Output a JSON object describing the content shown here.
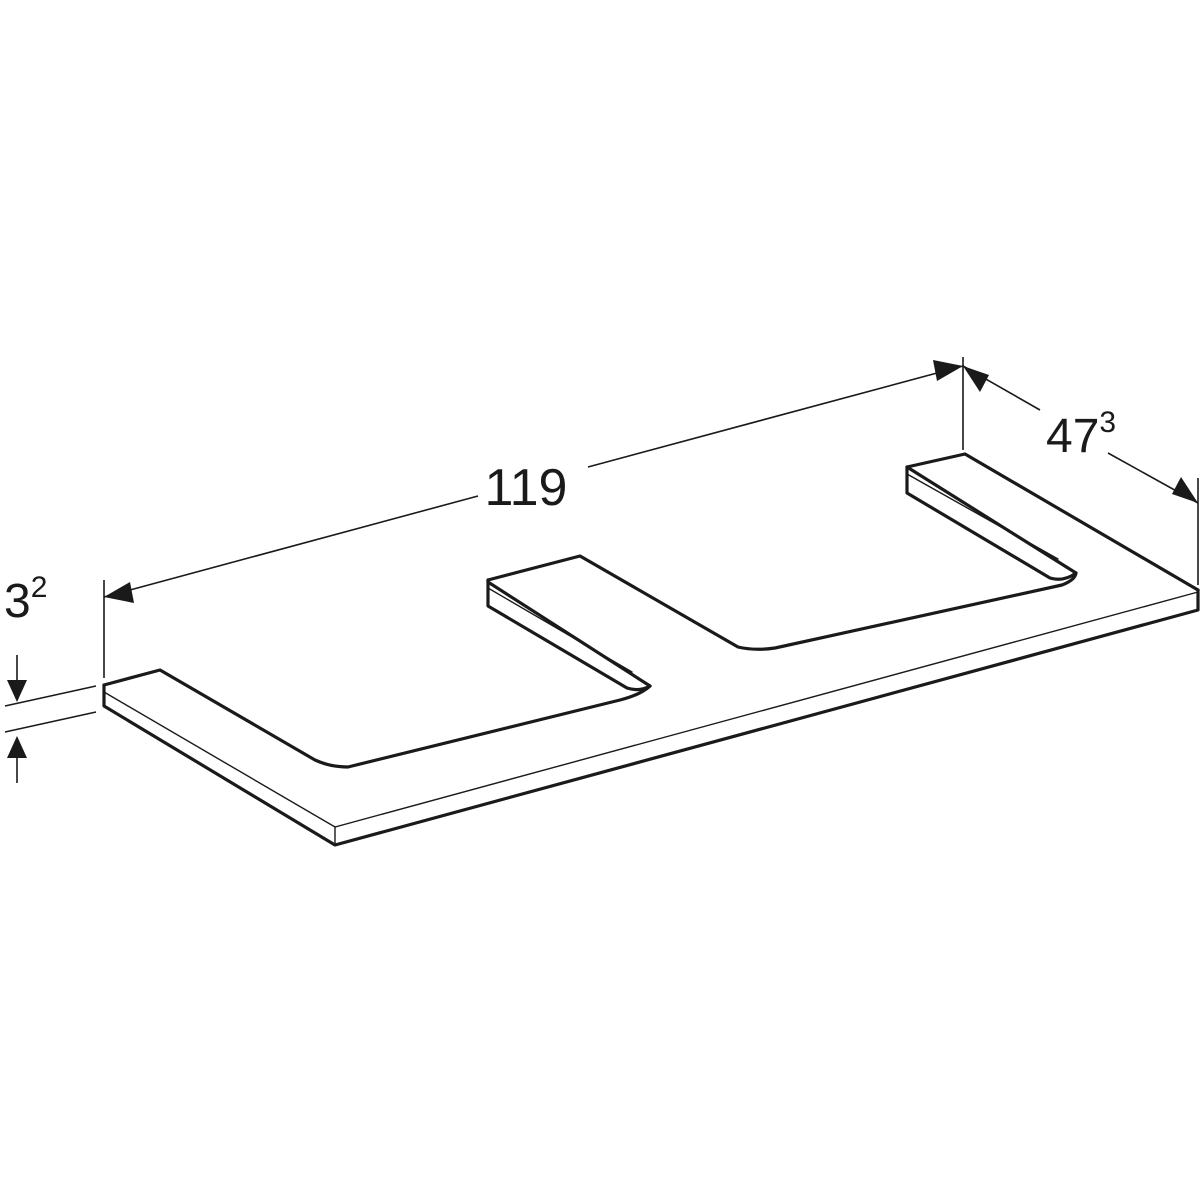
{
  "dimensions": {
    "width": {
      "value": "119"
    },
    "depth": {
      "base": "47",
      "sup": "3"
    },
    "thickness": {
      "base": "3",
      "sup": "2"
    }
  }
}
